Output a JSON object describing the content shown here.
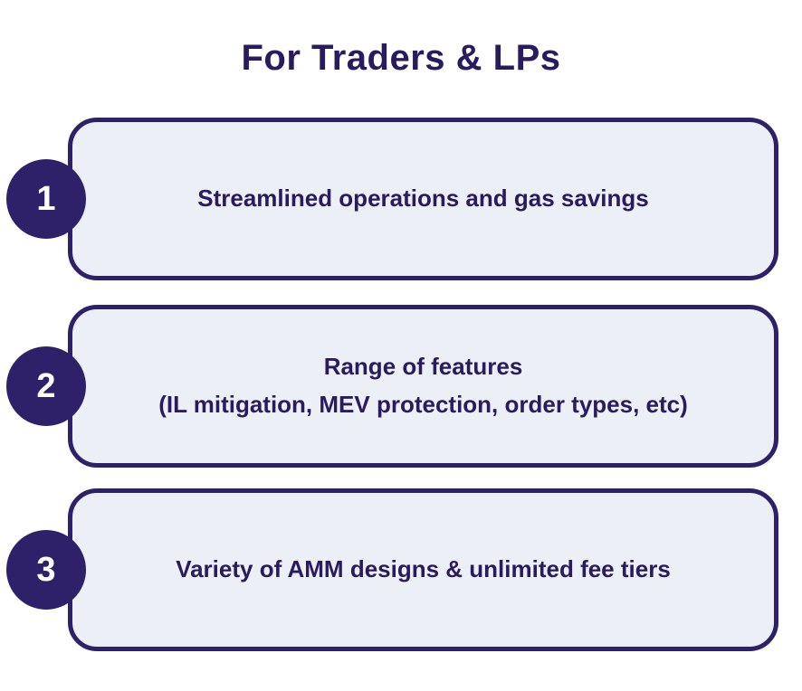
{
  "title": "For Traders & LPs",
  "colors": {
    "accent": "#2e2169",
    "text": "#2a1a5e",
    "box_background": "#edeff6",
    "page_background": "#ffffff",
    "badge_text": "#ffffff"
  },
  "items": [
    {
      "number": "1",
      "lines": [
        "Streamlined operations and gas savings"
      ]
    },
    {
      "number": "2",
      "lines": [
        "Range of features",
        "(IL mitigation, MEV protection, order types, etc)"
      ]
    },
    {
      "number": "3",
      "lines": [
        "Variety of AMM designs & unlimited fee tiers"
      ]
    }
  ]
}
